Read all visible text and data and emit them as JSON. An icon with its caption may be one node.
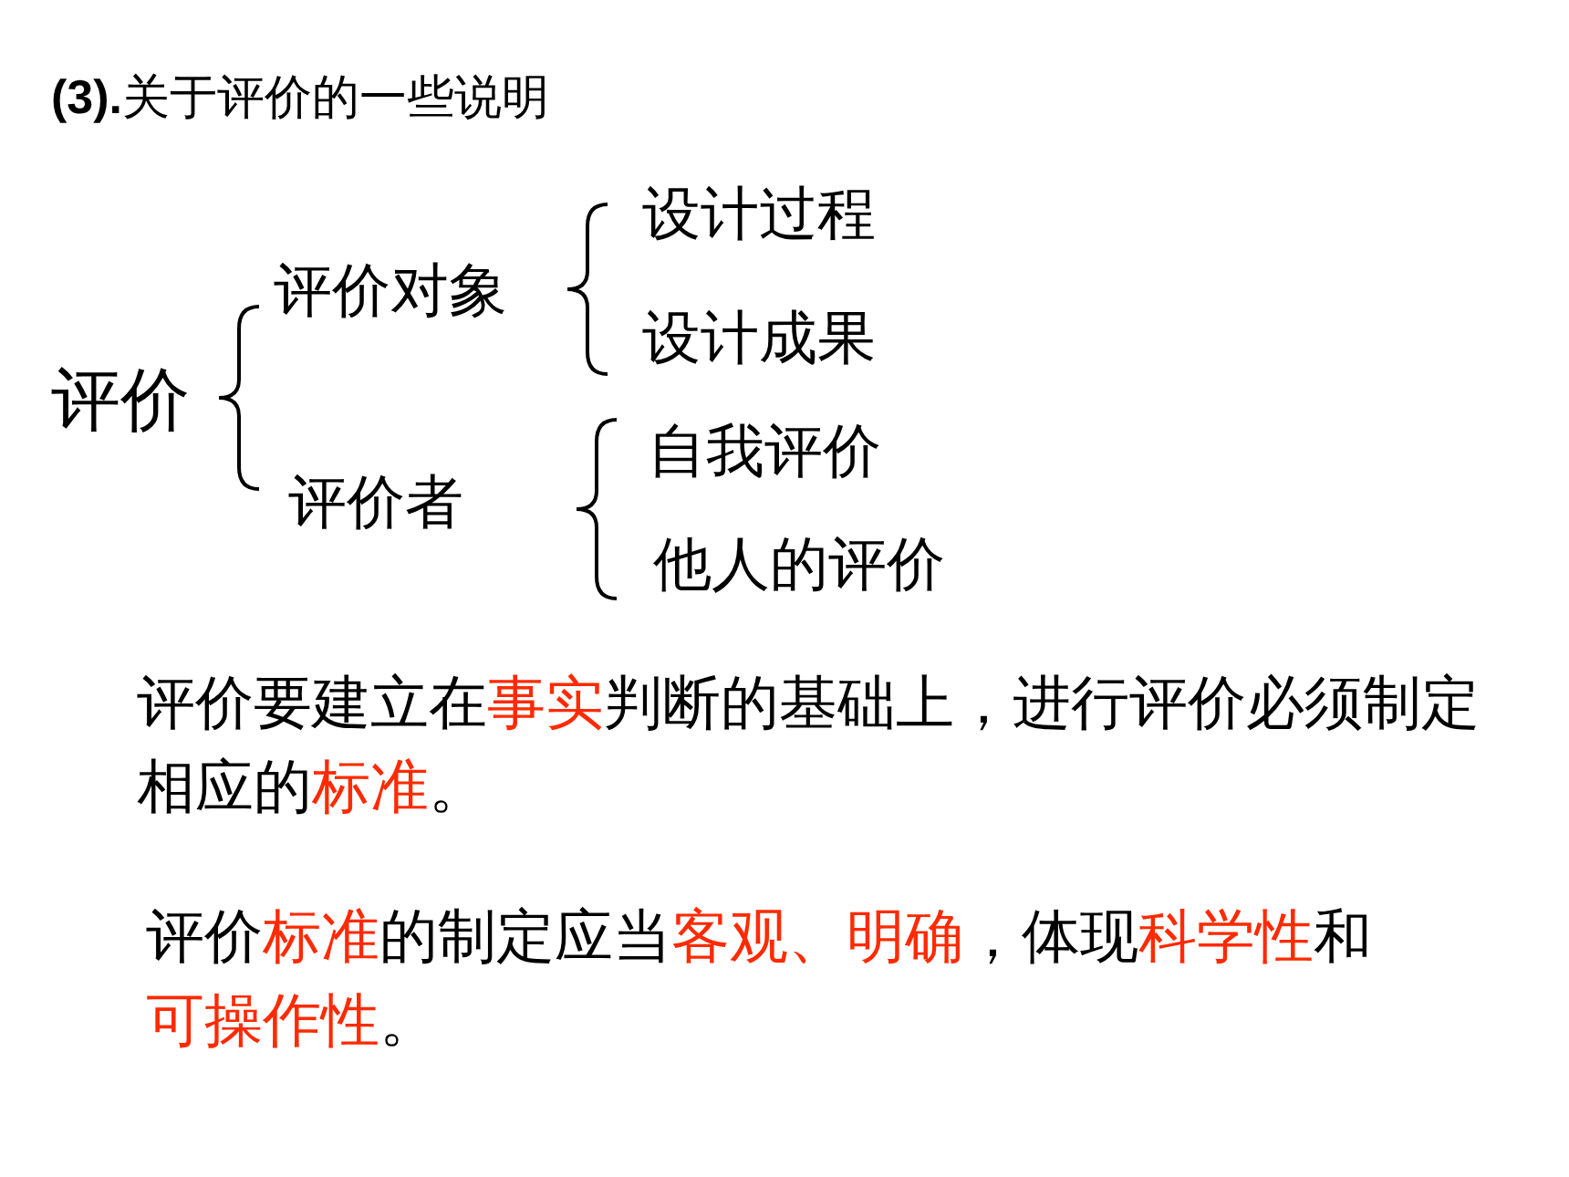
{
  "diagram": {
    "title": "**(3).**关于评价的一些说明",
    "labels": [
      "评价",
      "评价对象",
      "设计过程",
      "设计成果",
      "评价者",
      "自我评价",
      "他人的评价",
      "评价要建立在**事实**判断的基础上，进行评价必须制定相应的**标准**。",
      "评价**标准**的制定应当**客观、明确**，体现**科学性**和**可操作性**。"
    ]
  }
}
